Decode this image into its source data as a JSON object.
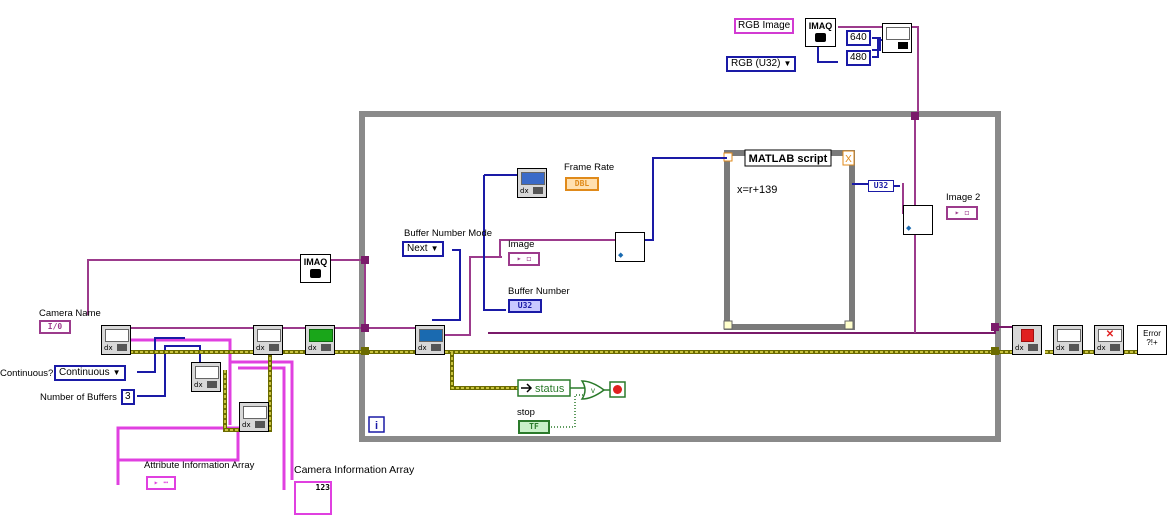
{
  "loop_script": {
    "title": "MATLAB script",
    "code": "x=r+139",
    "close_glyph": "X"
  },
  "labels": {
    "camera_name": "Camera Name",
    "continuous": "Continuous?",
    "number_of_buffers": "Number of Buffers",
    "attribute_information_array": "Attribute Information Array",
    "camera_information_array": "Camera Information Array",
    "buffer_number_mode": "Buffer Number Mode",
    "image": "Image",
    "buffer_number": "Buffer Number",
    "frame_rate": "Frame Rate",
    "stop": "stop",
    "image_2": "Image 2",
    "status": "status"
  },
  "constants": {
    "rgb_image": "RGB Image",
    "rgb_u32": "RGB (U32)",
    "width": "640",
    "height": "480",
    "continuous_value": "Continuous",
    "buffers_value": "3",
    "next_value": "Next",
    "iteration": "i"
  },
  "terminals": {
    "io": "I/0",
    "dbl": "DBL",
    "u32": "U32",
    "u32_out": "U32",
    "tf": "TF",
    "imaq": "IMAQ",
    "error": "Error",
    "cluster_123": "123"
  },
  "colors": {
    "image_wire": "#9c3b8c",
    "refnum_wire": "#7a1a6a",
    "blue_wire": "#1a1aa6",
    "error_wire_a": "#6b6b00",
    "error_wire_b": "#e8e050",
    "bool_wire": "#2a7a2a",
    "string_wire": "#e040e0",
    "loop_frame": "#8a8a8a",
    "dbl_orange": "#e08a1a"
  }
}
